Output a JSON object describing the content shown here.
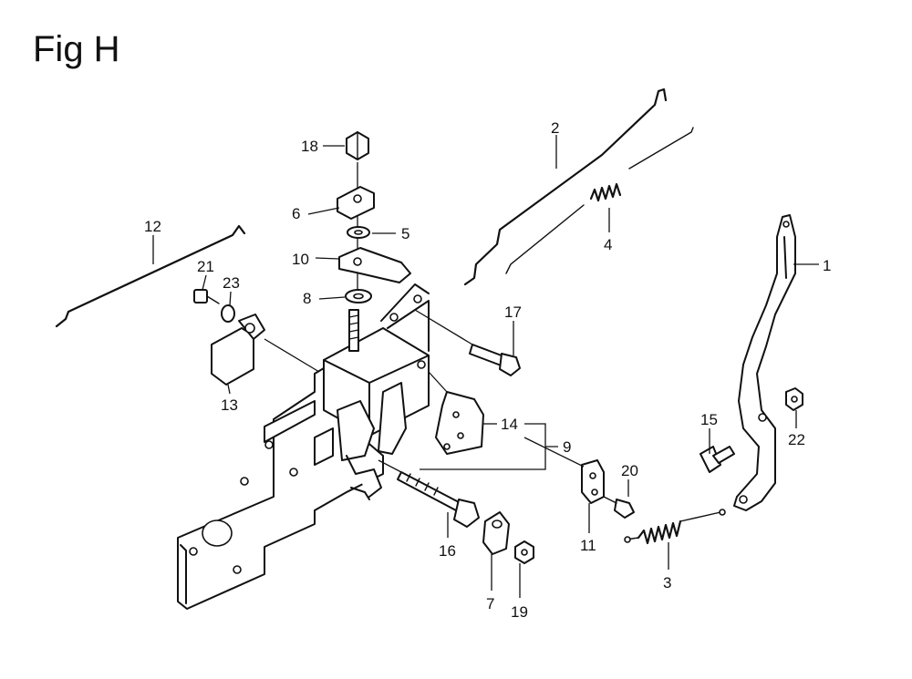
{
  "figure": {
    "title": "Fig H"
  },
  "callouts": [
    {
      "id": "c1",
      "label": "1"
    },
    {
      "id": "c2",
      "label": "2"
    },
    {
      "id": "c3",
      "label": "3"
    },
    {
      "id": "c4",
      "label": "4"
    },
    {
      "id": "c5",
      "label": "5"
    },
    {
      "id": "c6",
      "label": "6"
    },
    {
      "id": "c7",
      "label": "7"
    },
    {
      "id": "c8",
      "label": "8"
    },
    {
      "id": "c9",
      "label": "9"
    },
    {
      "id": "c10",
      "label": "10"
    },
    {
      "id": "c11",
      "label": "11"
    },
    {
      "id": "c12",
      "label": "12"
    },
    {
      "id": "c13",
      "label": "13"
    },
    {
      "id": "c14",
      "label": "14"
    },
    {
      "id": "c15",
      "label": "15"
    },
    {
      "id": "c16",
      "label": "16"
    },
    {
      "id": "c17",
      "label": "17"
    },
    {
      "id": "c18",
      "label": "18"
    },
    {
      "id": "c19",
      "label": "19"
    },
    {
      "id": "c20",
      "label": "20"
    },
    {
      "id": "c21",
      "label": "21"
    },
    {
      "id": "c22",
      "label": "22"
    },
    {
      "id": "c23",
      "label": "23"
    }
  ]
}
